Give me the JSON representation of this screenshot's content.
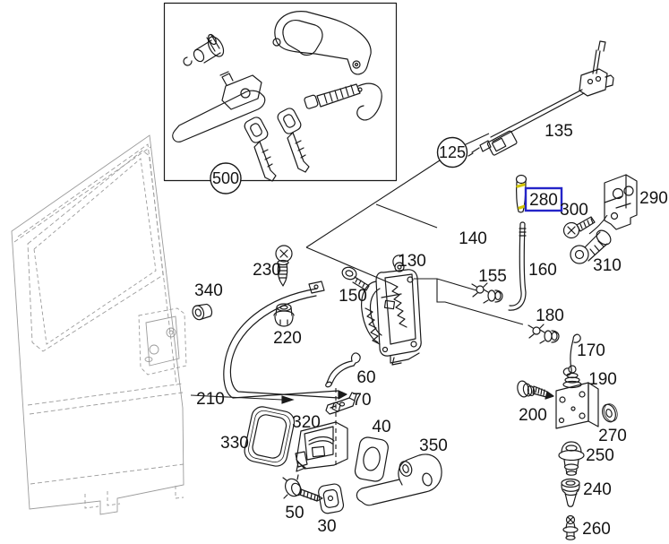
{
  "diagram": {
    "kind": "exploded-parts-diagram",
    "background": "#ffffff",
    "colors": {
      "line": "#1a1a1a",
      "door_outline": "#9b9b9b",
      "selection_box": "#2424c8",
      "selection_marks": "#d2c500",
      "label_text": "#141414"
    },
    "selected_part": "280"
  },
  "callouts": {
    "c500": {
      "label": "500"
    },
    "c125": {
      "label": "125"
    }
  },
  "parts": {
    "p30": {
      "label": "30"
    },
    "p40": {
      "label": "40"
    },
    "p50": {
      "label": "50"
    },
    "p60": {
      "label": "60"
    },
    "p70": {
      "label": "70"
    },
    "p130": {
      "label": "130"
    },
    "p135": {
      "label": "135"
    },
    "p140": {
      "label": "140"
    },
    "p150": {
      "label": "150"
    },
    "p155": {
      "label": "155"
    },
    "p160": {
      "label": "160"
    },
    "p170": {
      "label": "170"
    },
    "p180": {
      "label": "180"
    },
    "p190": {
      "label": "190"
    },
    "p200": {
      "label": "200"
    },
    "p210": {
      "label": "210"
    },
    "p220": {
      "label": "220"
    },
    "p230": {
      "label": "230"
    },
    "p240": {
      "label": "240"
    },
    "p250": {
      "label": "250"
    },
    "p260": {
      "label": "260"
    },
    "p270": {
      "label": "270"
    },
    "p280": {
      "label": "280"
    },
    "p290": {
      "label": "290"
    },
    "p300": {
      "label": "300"
    },
    "p310": {
      "label": "310"
    },
    "p320": {
      "label": "320"
    },
    "p330": {
      "label": "330"
    },
    "p340": {
      "label": "340"
    },
    "p350": {
      "label": "350"
    }
  }
}
